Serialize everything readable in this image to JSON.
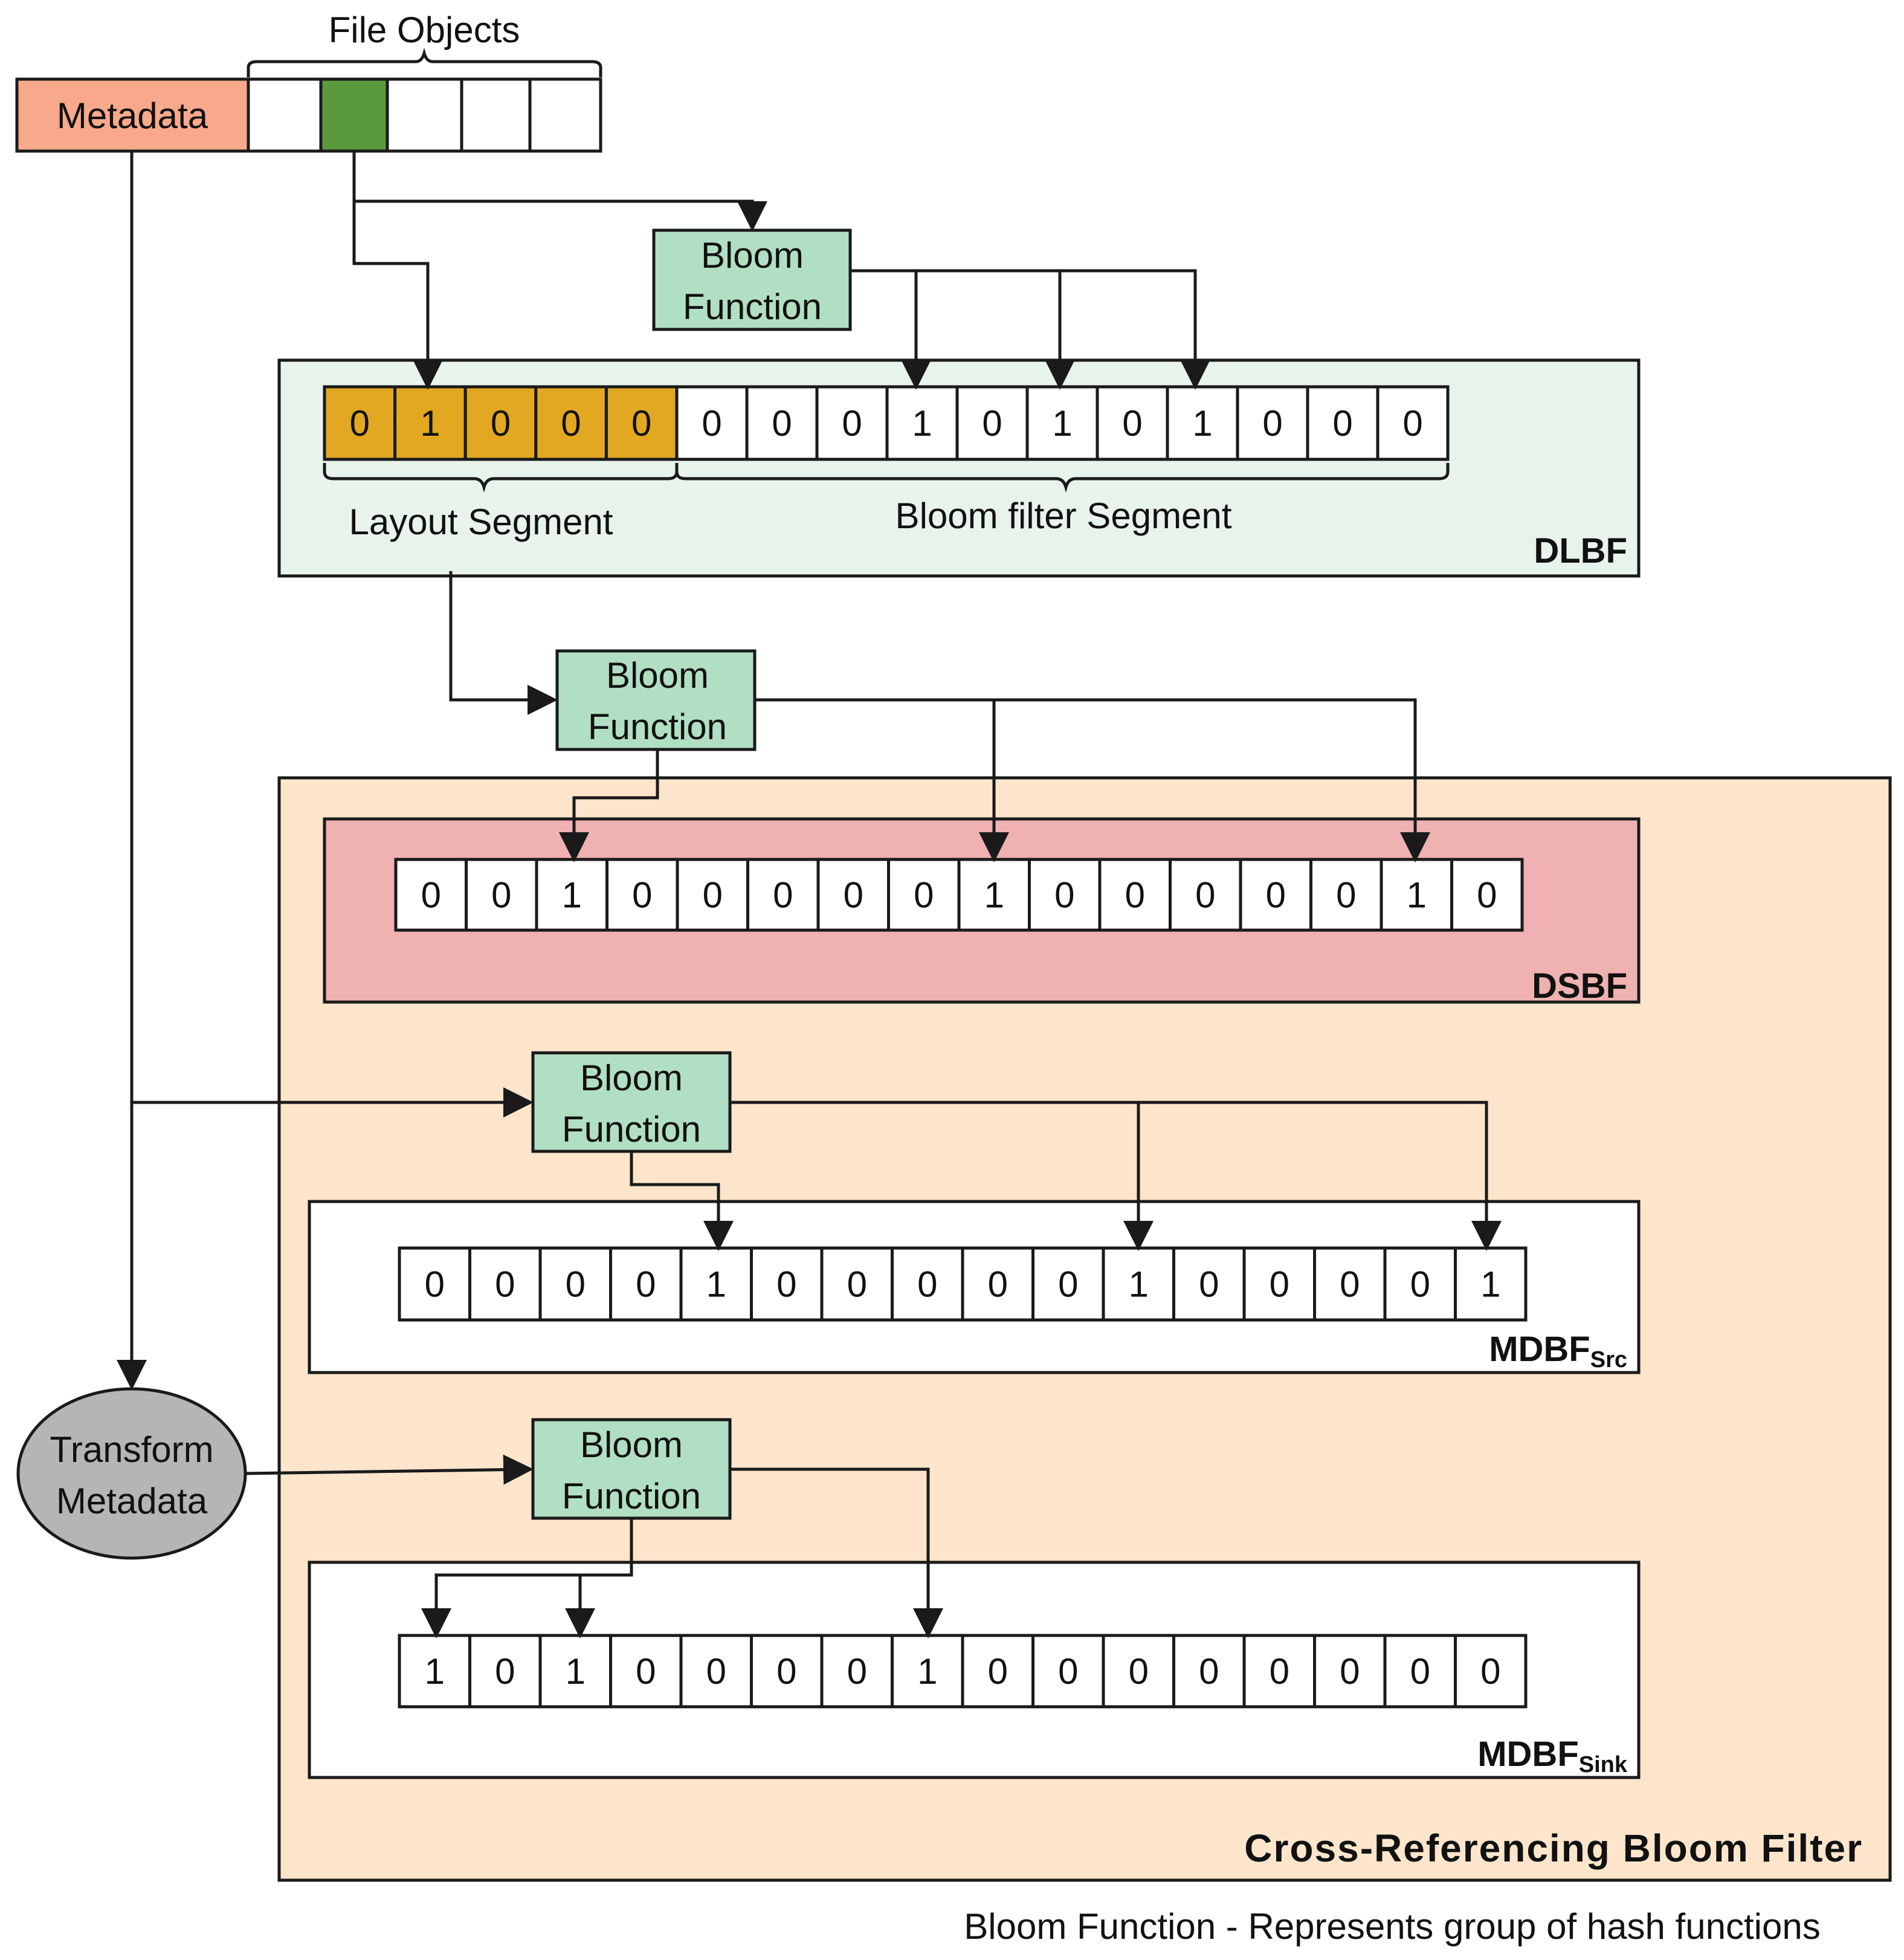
{
  "file_objects_label": "File Objects",
  "metadata_label": "Metadata",
  "transform": {
    "line1": "Transform",
    "line2": "Metadata"
  },
  "bloom_function": {
    "line1": "Bloom",
    "line2": "Function"
  },
  "dlbf": {
    "label": "DLBF",
    "layout_bits": [
      "0",
      "1",
      "0",
      "0",
      "0"
    ],
    "bloom_bits": [
      "0",
      "0",
      "0",
      "1",
      "0",
      "1",
      "0",
      "1",
      "0",
      "0",
      "0"
    ],
    "layout_segment_label": "Layout Segment",
    "bloom_segment_label": "Bloom filter Segment"
  },
  "dsbf": {
    "label": "DSBF",
    "bits": [
      "0",
      "0",
      "1",
      "0",
      "0",
      "0",
      "0",
      "0",
      "1",
      "0",
      "0",
      "0",
      "0",
      "0",
      "1",
      "0"
    ]
  },
  "mdbf_src": {
    "label": "MDBF",
    "subscript": "Src",
    "bits": [
      "0",
      "0",
      "0",
      "0",
      "1",
      "0",
      "0",
      "0",
      "0",
      "0",
      "1",
      "0",
      "0",
      "0",
      "0",
      "1"
    ]
  },
  "mdbf_sink": {
    "label": "MDBF",
    "subscript": "Sink",
    "bits": [
      "1",
      "0",
      "1",
      "0",
      "0",
      "0",
      "0",
      "1",
      "0",
      "0",
      "0",
      "0",
      "0",
      "0",
      "0",
      "0"
    ]
  },
  "crbf_label": "Cross-Referencing Bloom Filter",
  "caption": "Bloom Function - Represents group of hash functions",
  "colors": {
    "metadata": "#f8a98b",
    "file_object_selected": "#5a9a3c",
    "bloom_function": "#b1dfc3",
    "layout_segment": "#e2a821",
    "dlbf_bg": "#e8f3ec",
    "crbf_bg": "#fde5cb",
    "dsbf_bg": "#efb1b1",
    "transform": "#b5b5b5"
  }
}
